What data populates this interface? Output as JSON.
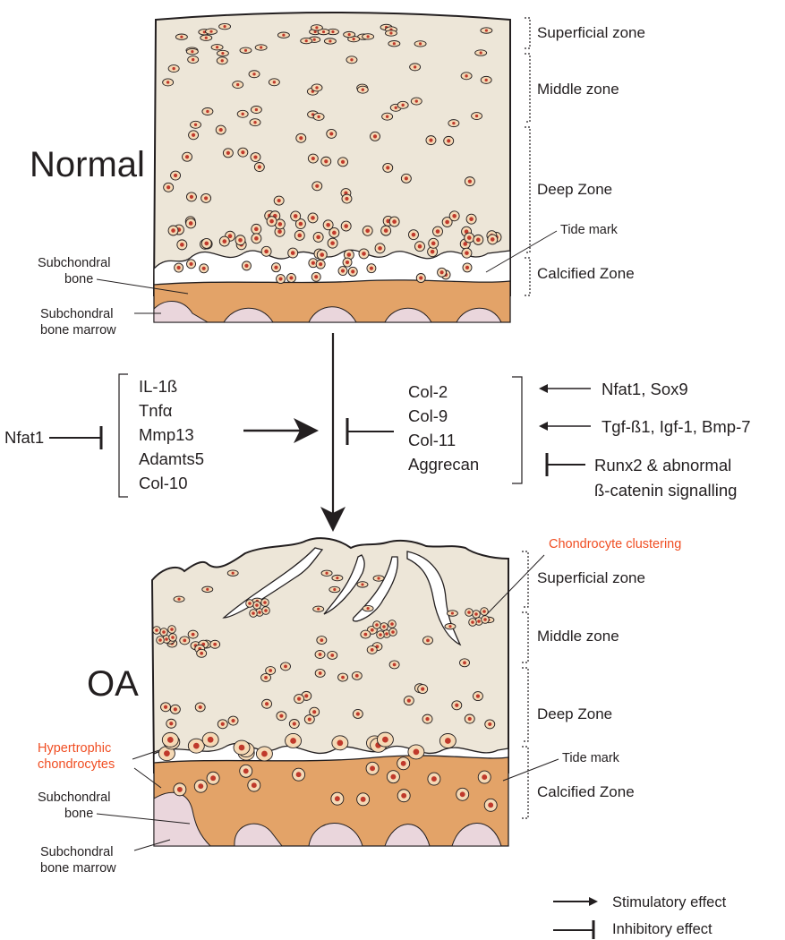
{
  "colors": {
    "matrix": "#ede6d8",
    "bone": "#e3a368",
    "marrow": "#ead6dc",
    "cell_fill": "#f5d9b5",
    "cell_nucleus": "#c0392b",
    "highlight_text": "#f04e23",
    "ink": "#231f20"
  },
  "normal": {
    "title": "Normal",
    "zones": [
      "Superficial zone",
      "Middle zone",
      "Deep Zone",
      "Calcified Zone"
    ],
    "tide_mark": "Tide mark",
    "subchondral_bone": [
      "Subchondral",
      "bone"
    ],
    "bone_marrow": [
      "Subchondral",
      "bone marrow"
    ]
  },
  "oa": {
    "title": "OA",
    "zones": [
      "Superficial zone",
      "Middle zone",
      "Deep Zone",
      "Calcified Zone"
    ],
    "tide_mark": "Tide mark",
    "clustering": "Chondrocyte clustering",
    "hypertrophic": [
      "Hypertrophic",
      "chondrocytes"
    ],
    "subchondral_bone": [
      "Subchondral",
      "bone"
    ],
    "bone_marrow": [
      "Subchondral",
      "bone marrow"
    ]
  },
  "regulators": {
    "inhibitor_left": "Nfat1",
    "catabolic": [
      "IL-1ß",
      "Tnfα",
      "Mmp13",
      "Adamts5",
      "Col-10"
    ],
    "anabolic": [
      "Col-2",
      "Col-9",
      "Col-11",
      "Aggrecan"
    ],
    "right_inputs": [
      "Nfat1, Sox9",
      "Tgf-ß1, Igf-1, Bmp-7",
      "Runx2 & abnormal",
      "ß-catenin signalling"
    ]
  },
  "legend": {
    "stimulatory": "Stimulatory effect",
    "inhibitory": "Inhibitory effect"
  }
}
